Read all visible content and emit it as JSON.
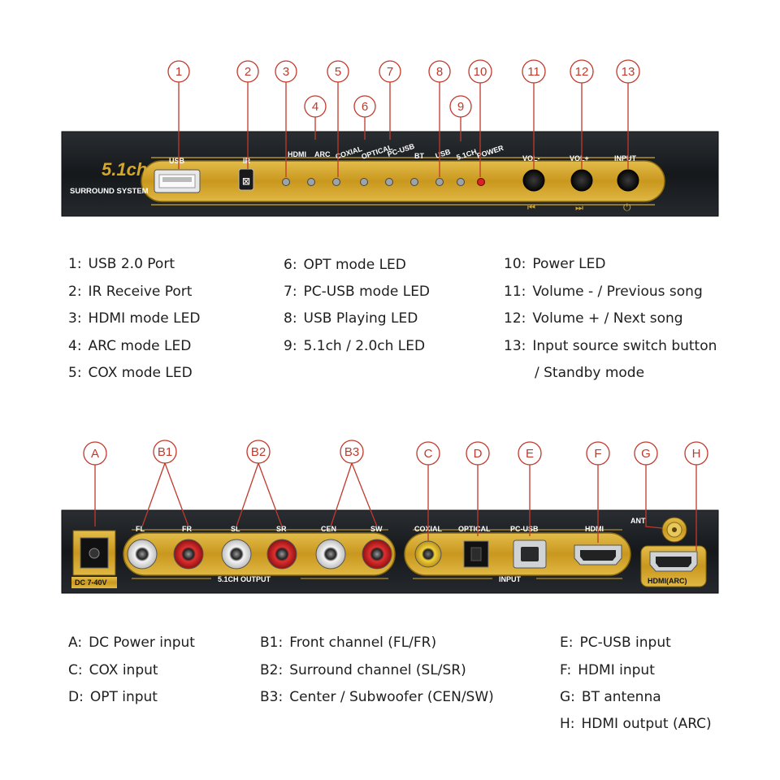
{
  "front_panel": {
    "labels": {
      "usb": "USB",
      "ir": "IR",
      "hdmi": "HDMI",
      "arc": "ARC",
      "coxial": "COXIAL",
      "optical": "OPTICAL",
      "pcusb": "PC-USB",
      "bt": "BT",
      "usb_led": "USB",
      "ch51": "5.1CH",
      "power": "POWER",
      "volminus": "VOL-",
      "volplus": "VOL+",
      "input": "INPUT"
    },
    "logo_text": "SURROUND SYSTEM",
    "logo_mark": "5.1ch",
    "callouts": [
      "1",
      "2",
      "3",
      "4",
      "5",
      "6",
      "7",
      "8",
      "9",
      "10",
      "11",
      "12",
      "13"
    ]
  },
  "front_legend": [
    {
      "key": "1:",
      "text": "USB 2.0 Port"
    },
    {
      "key": "2:",
      "text": "IR Receive Port"
    },
    {
      "key": "3:",
      "text": "HDMI mode LED"
    },
    {
      "key": "4:",
      "text": "ARC mode LED"
    },
    {
      "key": "5:",
      "text": "COX mode LED"
    },
    {
      "key": "6:",
      "text": "OPT mode LED"
    },
    {
      "key": "7:",
      "text": "PC-USB mode LED"
    },
    {
      "key": "8:",
      "text": "USB Playing LED"
    },
    {
      "key": "9:",
      "text": "5.1ch / 2.0ch LED"
    },
    {
      "key": "10:",
      "text": "Power LED"
    },
    {
      "key": "11:",
      "text": "Volume - / Previous song"
    },
    {
      "key": "12:",
      "text": "Volume + / Next song"
    },
    {
      "key": "13:",
      "text": "Input source switch button"
    },
    {
      "key": "",
      "text": "/ Standby mode"
    }
  ],
  "back_panel": {
    "labels": {
      "fl": "FL",
      "fr": "FR",
      "sl": "SL",
      "sr": "SR",
      "cen": "CEN",
      "sw": "SW",
      "output": "5.1CH OUTPUT",
      "dc": "DC 7-40V",
      "coxial": "COXIAL",
      "optical": "OPTICAL",
      "pcusb": "PC-USB",
      "hdmi": "HDMI",
      "input": "INPUT",
      "ant": "ANT",
      "hdmi_arc": "HDMI(ARC)"
    },
    "callouts": [
      "A",
      "B1",
      "B2",
      "B3",
      "C",
      "D",
      "E",
      "F",
      "G",
      "H"
    ]
  },
  "back_legend": [
    {
      "key": "A:",
      "text": "DC Power input"
    },
    {
      "key": "C:",
      "text": "COX input"
    },
    {
      "key": "D:",
      "text": "OPT input"
    },
    {
      "key": "B1:",
      "text": "Front channel (FL/FR)"
    },
    {
      "key": "B2:",
      "text": "Surround channel (SL/SR)"
    },
    {
      "key": "B3:",
      "text": "Center / Subwoofer (CEN/SW)"
    },
    {
      "key": "E:",
      "text": "PC-USB input"
    },
    {
      "key": "F:",
      "text": "HDMI input"
    },
    {
      "key": "G:",
      "text": "BT antenna"
    },
    {
      "key": "H:",
      "text": "HDMI output (ARC)"
    }
  ],
  "colors": {
    "gold": "#d4a72c",
    "panel": "#16191c",
    "callout": "#c0392b"
  }
}
